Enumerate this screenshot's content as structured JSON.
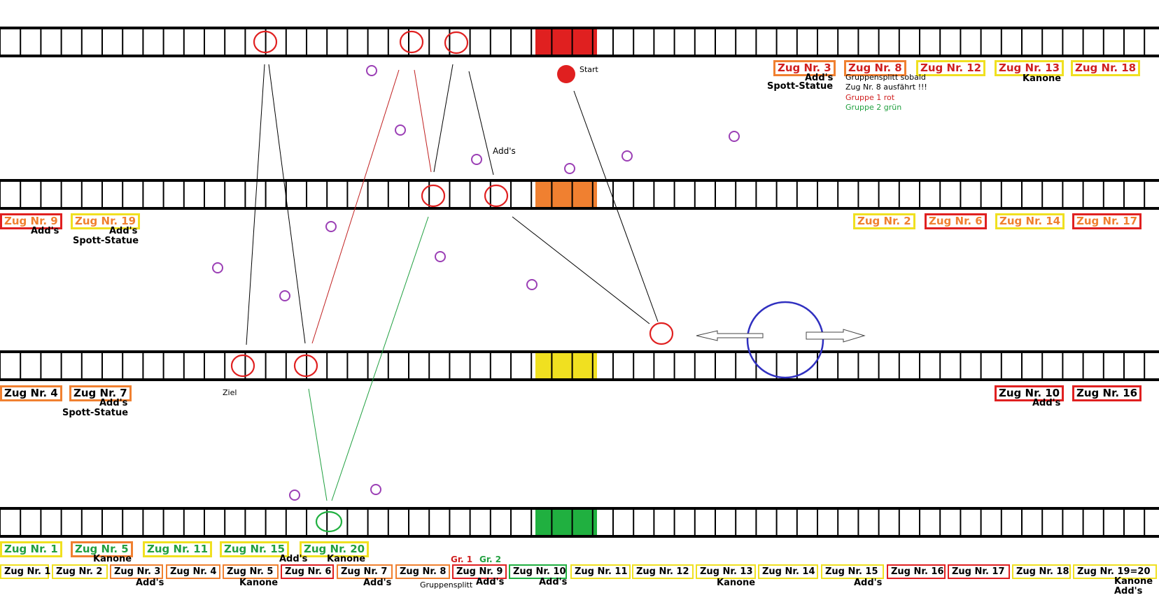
{
  "colors": {
    "red": "#e02020",
    "orange": "#f08030",
    "yellow": "#f0e020",
    "green": "#20b040",
    "purple": "#9b3fb5",
    "blue": "#3030c0",
    "text_red": "#d02020",
    "text_orange": "#f08030",
    "text_green": "#22a040"
  },
  "icons": {
    "waypoint": "red-circle-icon",
    "add_spawn": "purple-circle-icon",
    "boss_area": "blue-circle-icon"
  },
  "tracks": [
    {
      "name": "track-red",
      "start_color": "red"
    },
    {
      "name": "track-orange",
      "start_color": "orange"
    },
    {
      "name": "track-yellow",
      "start_color": "yellow"
    },
    {
      "name": "track-green",
      "start_color": "green"
    }
  ],
  "labels": {
    "start": "Start",
    "ziel": "Ziel",
    "adds_mid": "Add's",
    "split_note_1": "Gruppensplitt sobald",
    "split_note_2": "Zug Nr. 8 ausfährt !!!",
    "group1": "Gruppe 1 rot",
    "group2": "Gruppe 2 grün",
    "gr1": "Gr. 1",
    "gr2": "Gr. 2",
    "gruppensplitt": "Gruppensplitt"
  },
  "zug_labels": [
    {
      "text": "Zug Nr. 3",
      "text_color": "red",
      "border": "orange"
    },
    {
      "text": "Zug Nr. 8",
      "text_color": "red",
      "border": "orange"
    },
    {
      "text": "Zug Nr. 12",
      "text_color": "red",
      "border": "yellow"
    },
    {
      "text": "Zug Nr. 13",
      "text_color": "red",
      "border": "yellow"
    },
    {
      "text": "Zug Nr. 18",
      "text_color": "red",
      "border": "yellow"
    },
    {
      "text": "Zug Nr. 9",
      "text_color": "orange",
      "border": "red"
    },
    {
      "text": "Zug Nr. 19",
      "text_color": "orange",
      "border": "yellow"
    },
    {
      "text": "Zug Nr. 2",
      "text_color": "orange",
      "border": "yellow"
    },
    {
      "text": "Zug Nr. 6",
      "text_color": "orange",
      "border": "red"
    },
    {
      "text": "Zug Nr. 14",
      "text_color": "orange",
      "border": "yellow"
    },
    {
      "text": "Zug Nr. 17",
      "text_color": "orange",
      "border": "red"
    },
    {
      "text": "Zug Nr. 4",
      "text_color": "yellow",
      "border": "orange"
    },
    {
      "text": "Zug Nr. 7",
      "text_color": "yellow",
      "border": "orange"
    },
    {
      "text": "Zug Nr. 10",
      "text_color": "yellow",
      "border": "red"
    },
    {
      "text": "Zug Nr. 16",
      "text_color": "yellow",
      "border": "red"
    },
    {
      "text": "Zug Nr. 1",
      "text_color": "green",
      "border": "yellow"
    },
    {
      "text": "Zug Nr. 5",
      "text_color": "green",
      "border": "orange"
    },
    {
      "text": "Zug Nr. 11",
      "text_color": "green",
      "border": "yellow"
    },
    {
      "text": "Zug Nr. 15",
      "text_color": "green",
      "border": "yellow"
    },
    {
      "text": "Zug Nr. 20",
      "text_color": "green",
      "border": "yellow"
    }
  ],
  "zug_notes": [
    "Add's",
    "Spott-Statue",
    "Kanone",
    "Add's",
    "Add's",
    "Spott-Statue",
    "Add's",
    "Spott-Statue",
    "Add's",
    "Kanone",
    "Add's",
    "Kanone"
  ],
  "timeline": [
    {
      "text": "Zug Nr. 1",
      "border": "yellow"
    },
    {
      "text": "Zug Nr. 2",
      "border": "yellow"
    },
    {
      "text": "Zug Nr. 3",
      "border": "orange"
    },
    {
      "text": "Zug Nr. 4",
      "border": "orange"
    },
    {
      "text": "Zug Nr. 5",
      "border": "orange"
    },
    {
      "text": "Zug Nr. 6",
      "border": "red"
    },
    {
      "text": "Zug Nr. 7",
      "border": "orange"
    },
    {
      "text": "Zug Nr. 8",
      "border": "orange"
    },
    {
      "text": "Zug Nr. 9",
      "border": "red"
    },
    {
      "text": "Zug Nr. 10",
      "border": "green"
    },
    {
      "text": "Zug Nr. 11",
      "border": "yellow"
    },
    {
      "text": "Zug Nr. 12",
      "border": "yellow"
    },
    {
      "text": "Zug Nr. 13",
      "border": "yellow"
    },
    {
      "text": "Zug Nr. 14",
      "border": "yellow"
    },
    {
      "text": "Zug Nr. 15",
      "border": "yellow"
    },
    {
      "text": "Zug Nr. 16",
      "border": "red"
    },
    {
      "text": "Zug Nr. 17",
      "border": "red"
    },
    {
      "text": "Zug Nr. 18",
      "border": "yellow"
    },
    {
      "text": "Zug Nr. 19=20",
      "border": "yellow"
    }
  ],
  "timeline_notes": [
    "Add's",
    "Kanone",
    "Add's",
    "Add's",
    "Add's",
    "Kanone",
    "Add's",
    "Kanone",
    "Add's"
  ]
}
